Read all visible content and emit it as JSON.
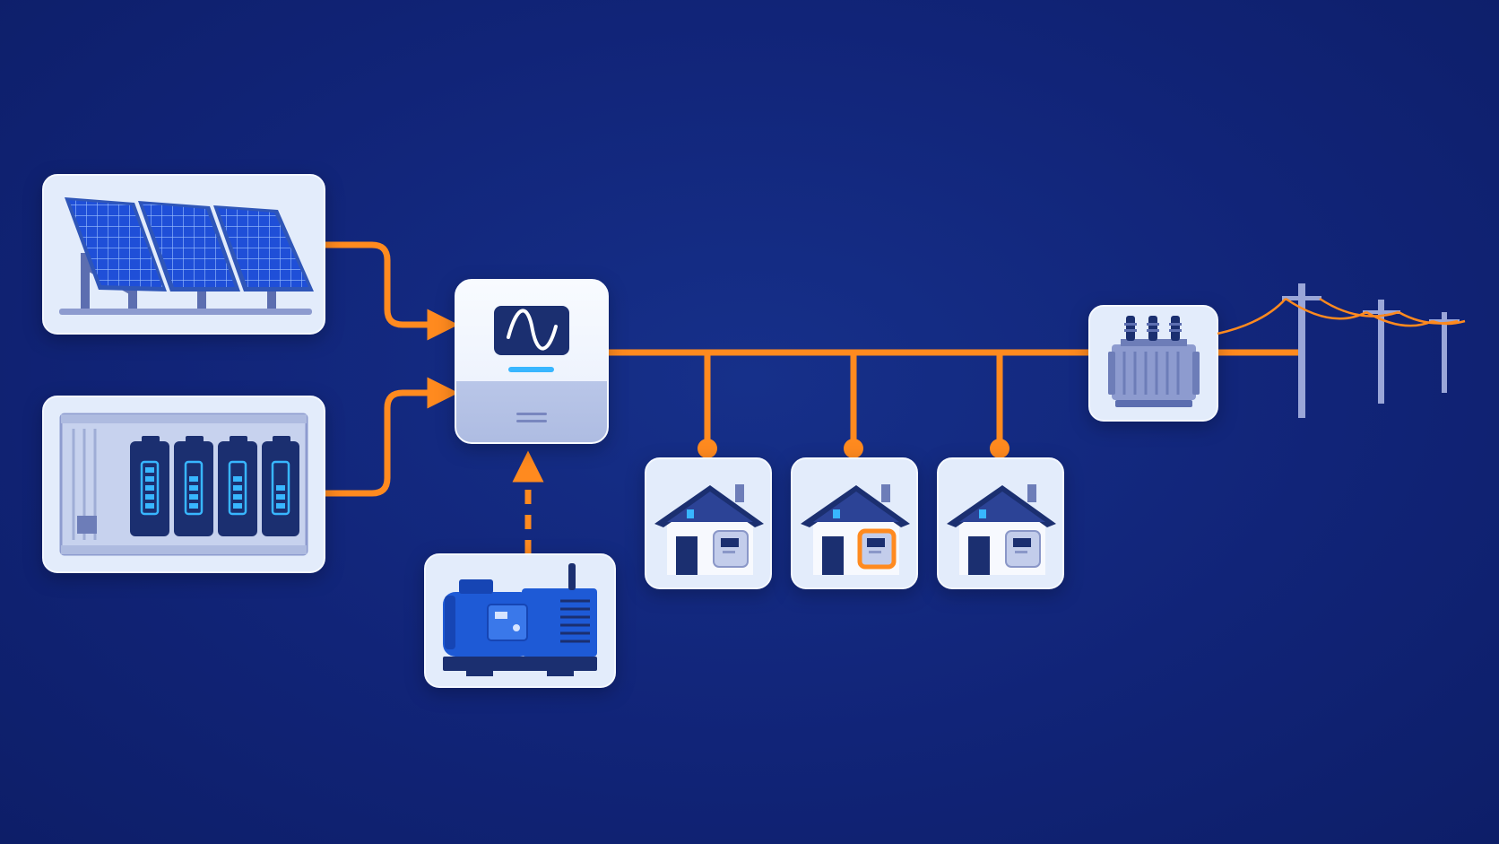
{
  "colors": {
    "background": "#112478",
    "flow_line": "#ff8a1f",
    "card": "#e3ecfb",
    "card_border": "#f2f6fe",
    "panel_blue": "#1f4fd8",
    "dark_navy": "#1b2f70",
    "battery_cyan": "#38b6ff",
    "generator_blue": "#1e5ad6",
    "pole_gray": "#9aa6d8"
  },
  "nodes": [
    {
      "id": "solar-array",
      "icon": "solar-panel-icon"
    },
    {
      "id": "battery-storage",
      "icon": "battery-container-icon"
    },
    {
      "id": "inverter",
      "icon": "inverter-sine-wave-icon"
    },
    {
      "id": "diesel-generator",
      "icon": "generator-icon"
    },
    {
      "id": "house-1",
      "icon": "house-with-meter-icon"
    },
    {
      "id": "house-2",
      "icon": "house-with-highlighted-meter-icon"
    },
    {
      "id": "house-3",
      "icon": "house-with-meter-icon"
    },
    {
      "id": "transformer",
      "icon": "transformer-icon"
    },
    {
      "id": "power-lines",
      "icon": "utility-pole-icon"
    }
  ],
  "edges": [
    {
      "from": "solar-array",
      "to": "inverter",
      "style": "solid"
    },
    {
      "from": "battery-storage",
      "to": "inverter",
      "style": "solid"
    },
    {
      "from": "diesel-generator",
      "to": "inverter",
      "style": "dashed"
    },
    {
      "from": "inverter",
      "to": "transformer",
      "style": "solid"
    },
    {
      "from": "inverter",
      "to": "house-1",
      "style": "solid"
    },
    {
      "from": "inverter",
      "to": "house-2",
      "style": "solid"
    },
    {
      "from": "inverter",
      "to": "house-3",
      "style": "solid"
    },
    {
      "from": "transformer",
      "to": "power-lines",
      "style": "solid"
    }
  ]
}
